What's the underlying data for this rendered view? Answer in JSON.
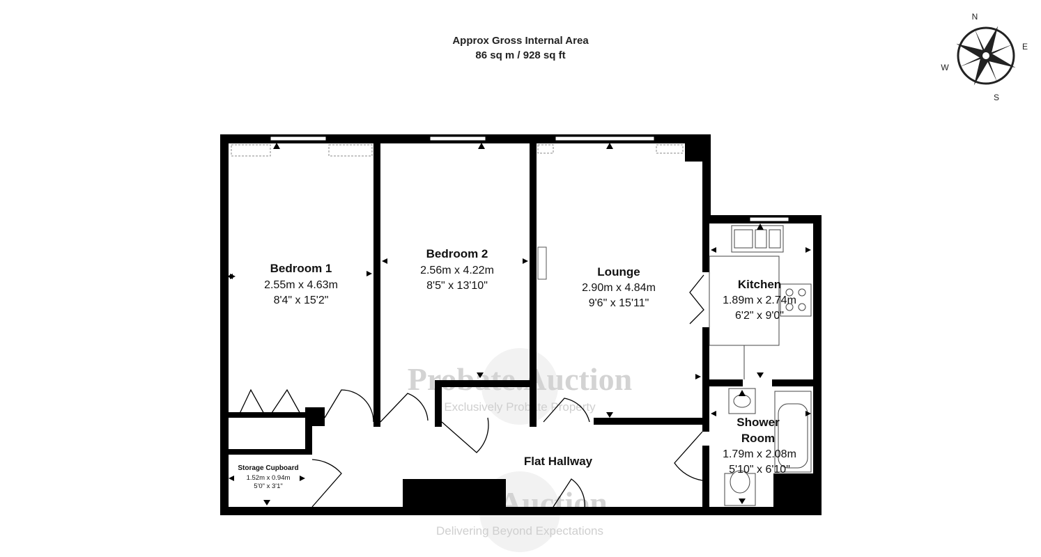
{
  "header": {
    "area_title": "Approx Gross Internal Area",
    "area_value": "86 sq m / 928 sq ft"
  },
  "compass": {
    "n": "N",
    "e": "E",
    "s": "S",
    "w": "W"
  },
  "rooms": [
    {
      "id": "bedroom-1",
      "name": "Bedroom 1",
      "metric": "2.55m x 4.63m",
      "imperial": "8'4\" x 15'2\""
    },
    {
      "id": "bedroom-2",
      "name": "Bedroom 2",
      "metric": "2.56m x 4.22m",
      "imperial": "8'5\" x 13'10\""
    },
    {
      "id": "lounge",
      "name": "Lounge",
      "metric": "2.90m x 4.84m",
      "imperial": "9'6\" x 15'11\""
    },
    {
      "id": "kitchen",
      "name": "Kitchen",
      "metric": "1.89m x 2.74m",
      "imperial": "6'2\" x 9'0\""
    },
    {
      "id": "shower-room",
      "name_line1": "Shower",
      "name_line2": "Room",
      "metric": "1.79m x 2.08m",
      "imperial": "5'10\" x 6'10\""
    },
    {
      "id": "flat-hallway",
      "name": "Flat Hallway"
    },
    {
      "id": "storage-cupboard",
      "name": "Storage Cupboard",
      "metric": "1.52m x 0.94m",
      "imperial": "5'0\" x 3'1\""
    }
  ],
  "watermarks": [
    {
      "title": "Probate.Auction",
      "subtitle": "Exclusively Probate Property"
    },
    {
      "title": "Resi.Auction",
      "subtitle": "Delivering Beyond Expectations"
    }
  ]
}
